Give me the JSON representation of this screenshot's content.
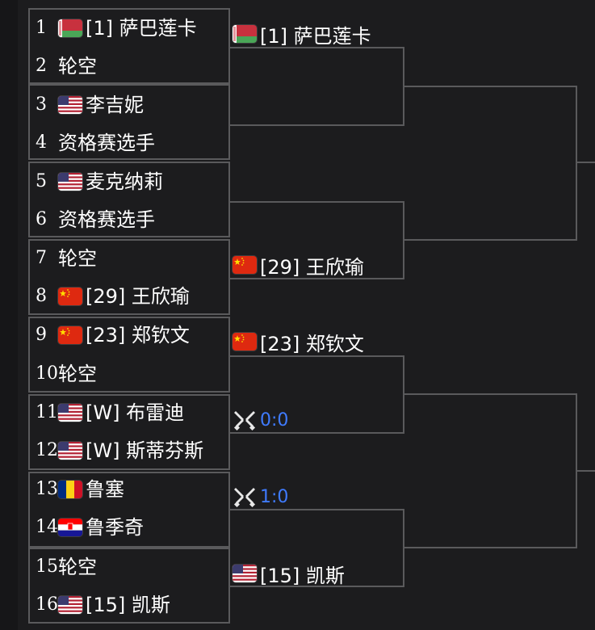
{
  "round1": [
    {
      "no": "1",
      "flag": "flag-belarus-icon",
      "name": "[1] 萨巴莲卡"
    },
    {
      "no": "2",
      "flag": "",
      "name": "轮空"
    },
    {
      "no": "3",
      "flag": "flag-usa-icon",
      "name": "李吉妮"
    },
    {
      "no": "4",
      "flag": "",
      "name": "资格赛选手"
    },
    {
      "no": "5",
      "flag": "flag-usa-icon",
      "name": "麦克纳莉"
    },
    {
      "no": "6",
      "flag": "",
      "name": "资格赛选手"
    },
    {
      "no": "7",
      "flag": "",
      "name": "轮空"
    },
    {
      "no": "8",
      "flag": "flag-china-icon",
      "name": "[29] 王欣瑜"
    },
    {
      "no": "9",
      "flag": "flag-china-icon",
      "name": "[23] 郑钦文"
    },
    {
      "no": "10",
      "flag": "",
      "name": "轮空"
    },
    {
      "no": "11",
      "flag": "flag-usa-icon",
      "name": "[W] 布雷迪"
    },
    {
      "no": "12",
      "flag": "flag-usa-icon",
      "name": "[W] 斯蒂芬斯"
    },
    {
      "no": "13",
      "flag": "flag-romania-icon",
      "name": "鲁塞"
    },
    {
      "no": "14",
      "flag": "flag-croatia-icon",
      "name": "鲁季奇"
    },
    {
      "no": "15",
      "flag": "",
      "name": "轮空"
    },
    {
      "no": "16",
      "flag": "flag-usa-icon",
      "name": "[15] 凯斯"
    }
  ],
  "round2": [
    {
      "type": "player",
      "flag": "flag-belarus-icon",
      "name": "[1] 萨巴莲卡"
    },
    {
      "type": "player",
      "flag": "flag-china-icon",
      "name": "[29] 王欣瑜"
    },
    {
      "type": "player",
      "flag": "flag-china-icon",
      "name": "[23] 郑钦文"
    },
    {
      "type": "live",
      "icon": "crossed-swords-icon",
      "score": "0:0"
    },
    {
      "type": "live",
      "icon": "crossed-swords-icon",
      "score": "1:0"
    },
    {
      "type": "player",
      "flag": "flag-usa-icon",
      "name": "[15] 凯斯"
    }
  ],
  "colors": {
    "background": "#1c1c1e",
    "bracket_line": "#5a5a5c",
    "score": "#3f7bff",
    "text": "#ffffff"
  }
}
